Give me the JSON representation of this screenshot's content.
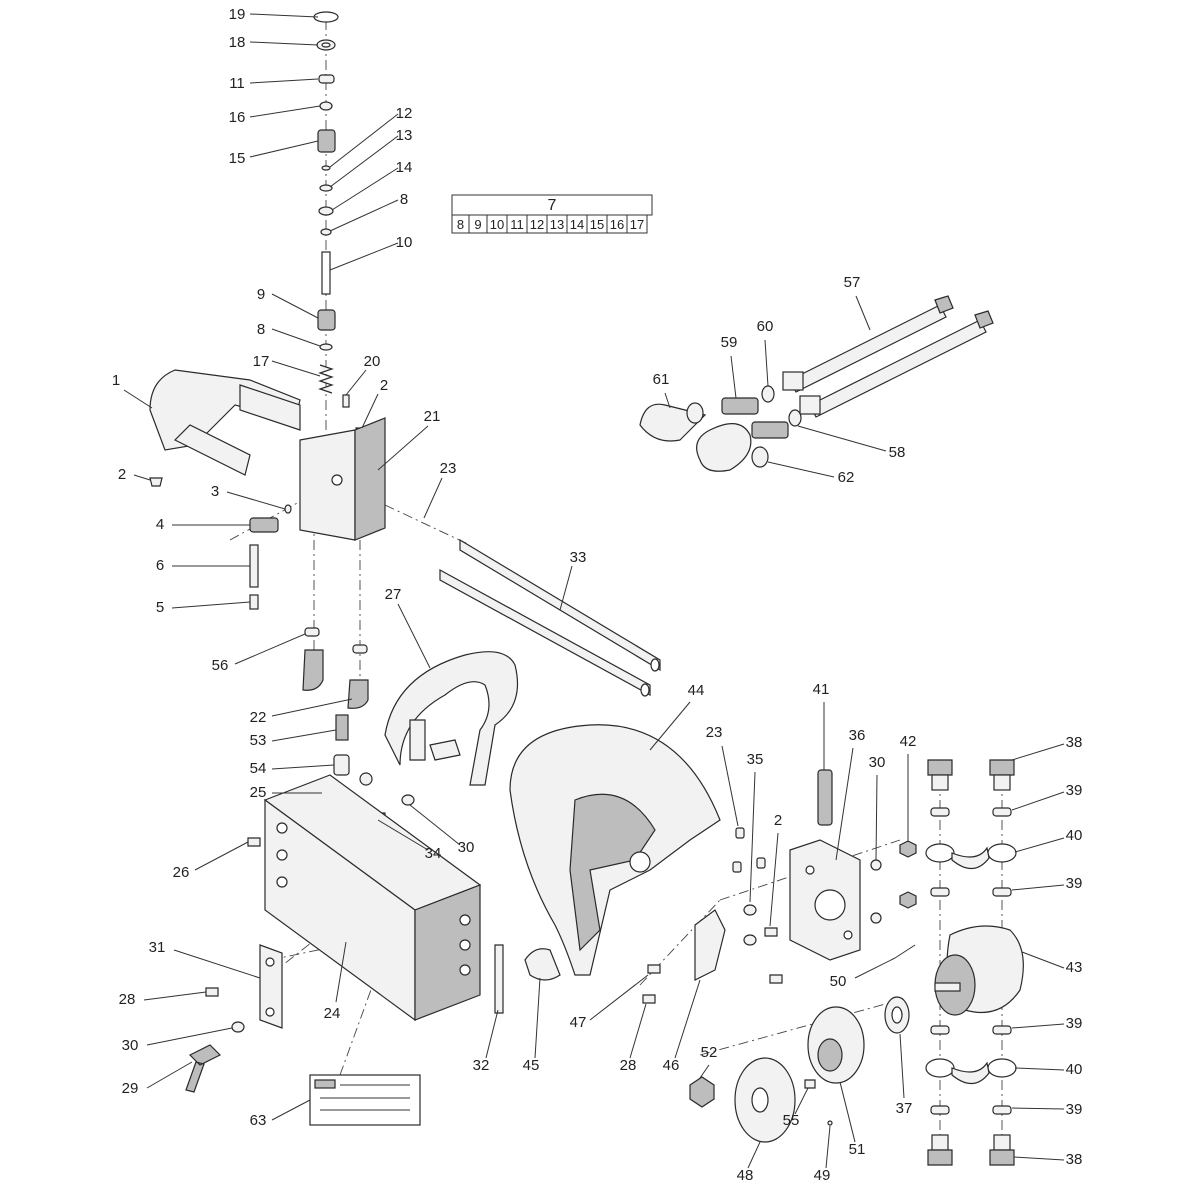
{
  "kit_table": {
    "title": "7",
    "items": [
      "8",
      "9",
      "10",
      "11",
      "12",
      "13",
      "14",
      "15",
      "16",
      "17"
    ]
  },
  "callouts": {
    "c19": "19",
    "c18": "18",
    "c11": "11",
    "c16": "16",
    "c15": "15",
    "c12": "12",
    "c13": "13",
    "c14": "14",
    "c8a": "8",
    "c10": "10",
    "c9": "9",
    "c8b": "8",
    "c17": "17",
    "c20": "20",
    "c2a": "2",
    "c21": "21",
    "c1": "1",
    "c2b": "2",
    "c3": "3",
    "c4": "4",
    "c23a": "23",
    "c6": "6",
    "c5": "5",
    "c33": "33",
    "c27": "27",
    "c56": "56",
    "c22": "22",
    "c53": "53",
    "c54": "54",
    "c25": "25",
    "c34": "34",
    "c30a": "30",
    "c26": "26",
    "c24": "24",
    "c31": "31",
    "c28a": "28",
    "c30b": "30",
    "c29": "29",
    "c63": "63",
    "c32": "32",
    "c45": "45",
    "c44": "44",
    "c23b": "23",
    "c35": "35",
    "c2c": "2",
    "c47": "47",
    "c28b": "28",
    "c46": "46",
    "c41": "41",
    "c36": "36",
    "c30c": "30",
    "c42": "42",
    "c38a": "38",
    "c39a": "39",
    "c40a": "40",
    "c39b": "39",
    "c43": "43",
    "c50": "50",
    "c37": "37",
    "c39c": "39",
    "c40b": "40",
    "c39d": "39",
    "c38b": "38",
    "c52": "52",
    "c48": "48",
    "c55": "55",
    "c49": "49",
    "c51": "51",
    "c57": "57",
    "c60": "60",
    "c59": "59",
    "c61": "61",
    "c58": "58",
    "c62": "62"
  }
}
